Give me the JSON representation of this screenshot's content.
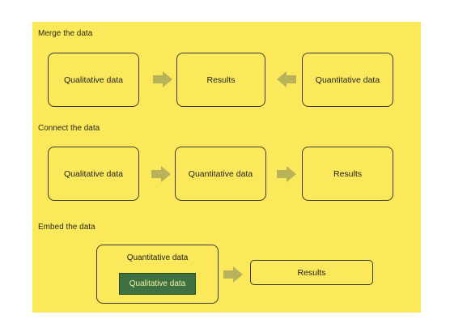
{
  "colors": {
    "panel_bg": "#fbe95b",
    "arrow": "#b8b35a",
    "inner_box_bg": "#3e7141",
    "inner_box_text": "#f4f0a0"
  },
  "sections": {
    "merge": {
      "title": "Merge the data",
      "left": "Qualitative data",
      "middle": "Results",
      "right": "Quantitative data"
    },
    "connect": {
      "title": "Connect the data",
      "first": "Qualitative data",
      "second": "Quantitative data",
      "third": "Results"
    },
    "embed": {
      "title": "Embed the data",
      "outer": "Quantitative data",
      "inner": "Qualitative data",
      "result": "Results"
    }
  },
  "icons": [
    "arrow-right-icon",
    "arrow-left-icon"
  ]
}
